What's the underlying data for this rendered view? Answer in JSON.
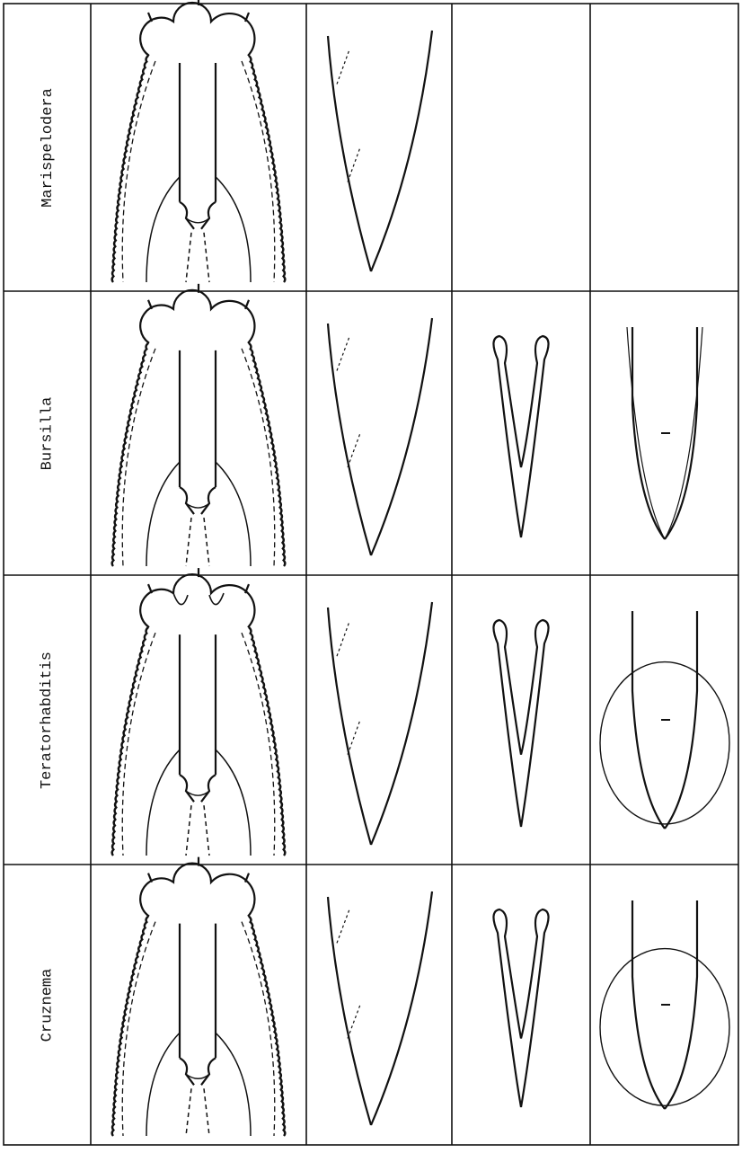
{
  "rows": [
    {
      "genus": "Marispelodera",
      "has_spicule": false,
      "has_bursa": false
    },
    {
      "genus": "Bursilla",
      "has_spicule": true,
      "has_bursa": false
    },
    {
      "genus": "Teratorhabditis",
      "has_spicule": true,
      "has_bursa": true
    },
    {
      "genus": "Cruznema",
      "has_spicule": true,
      "has_bursa": true
    }
  ],
  "colors": {
    "line": "#111111",
    "background": "#ffffff"
  },
  "icons": [
    "head-drawing",
    "tail-drawing",
    "spicule-drawing",
    "male-tail-drawing"
  ]
}
